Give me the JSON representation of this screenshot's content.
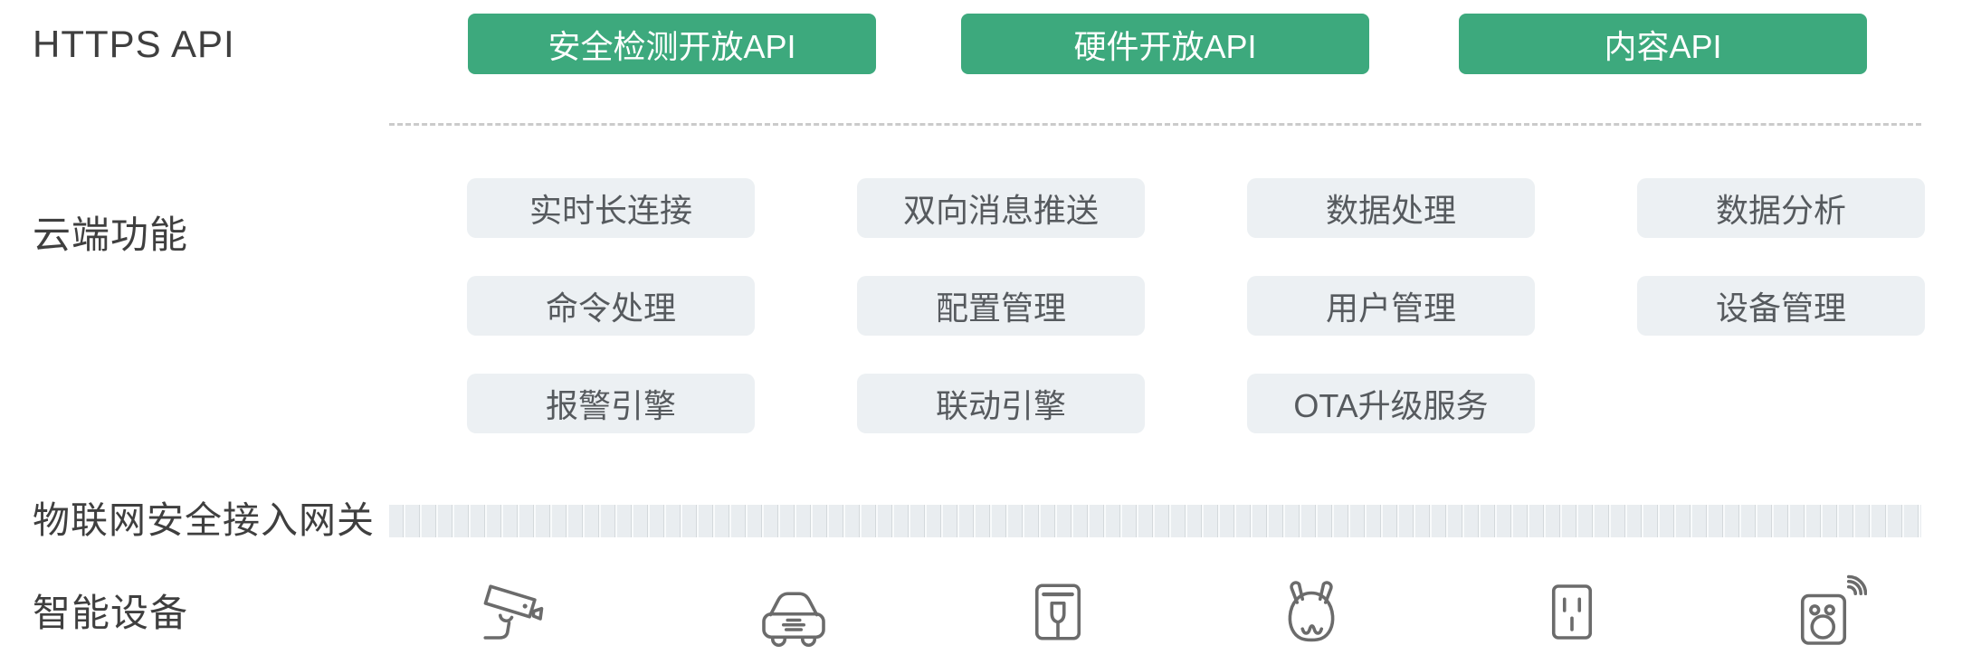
{
  "colors": {
    "accent_green": "#3da97d",
    "chip_background": "#ecf0f3",
    "chip_text": "#565a5e",
    "label_text": "#3f3f3f",
    "icon_stroke": "#6b6b6b",
    "dashed_line": "#cbcbcb",
    "gateway_bar_fill": "#e9edf0",
    "gateway_bar_stripe": "#d4d9dc"
  },
  "rows": {
    "https_api": {
      "label": "HTTPS API",
      "buttons": [
        "安全检测开放API",
        "硬件开放API",
        "内容API"
      ]
    },
    "cloud": {
      "label": "云端功能",
      "chips": [
        [
          "实时长连接",
          "双向消息推送",
          "数据处理",
          "数据分析"
        ],
        [
          "命令处理",
          "配置管理",
          "用户管理",
          "设备管理"
        ],
        [
          "报警引擎",
          "联动引擎",
          "OTA升级服务"
        ]
      ]
    },
    "gateway": {
      "label": "物联网安全接入网关"
    },
    "devices": {
      "label": "智能设备",
      "icons": [
        "surveillance-camera",
        "car",
        "smart-door-lock",
        "robot-rabbit",
        "power-socket",
        "smart-speaker"
      ]
    }
  }
}
